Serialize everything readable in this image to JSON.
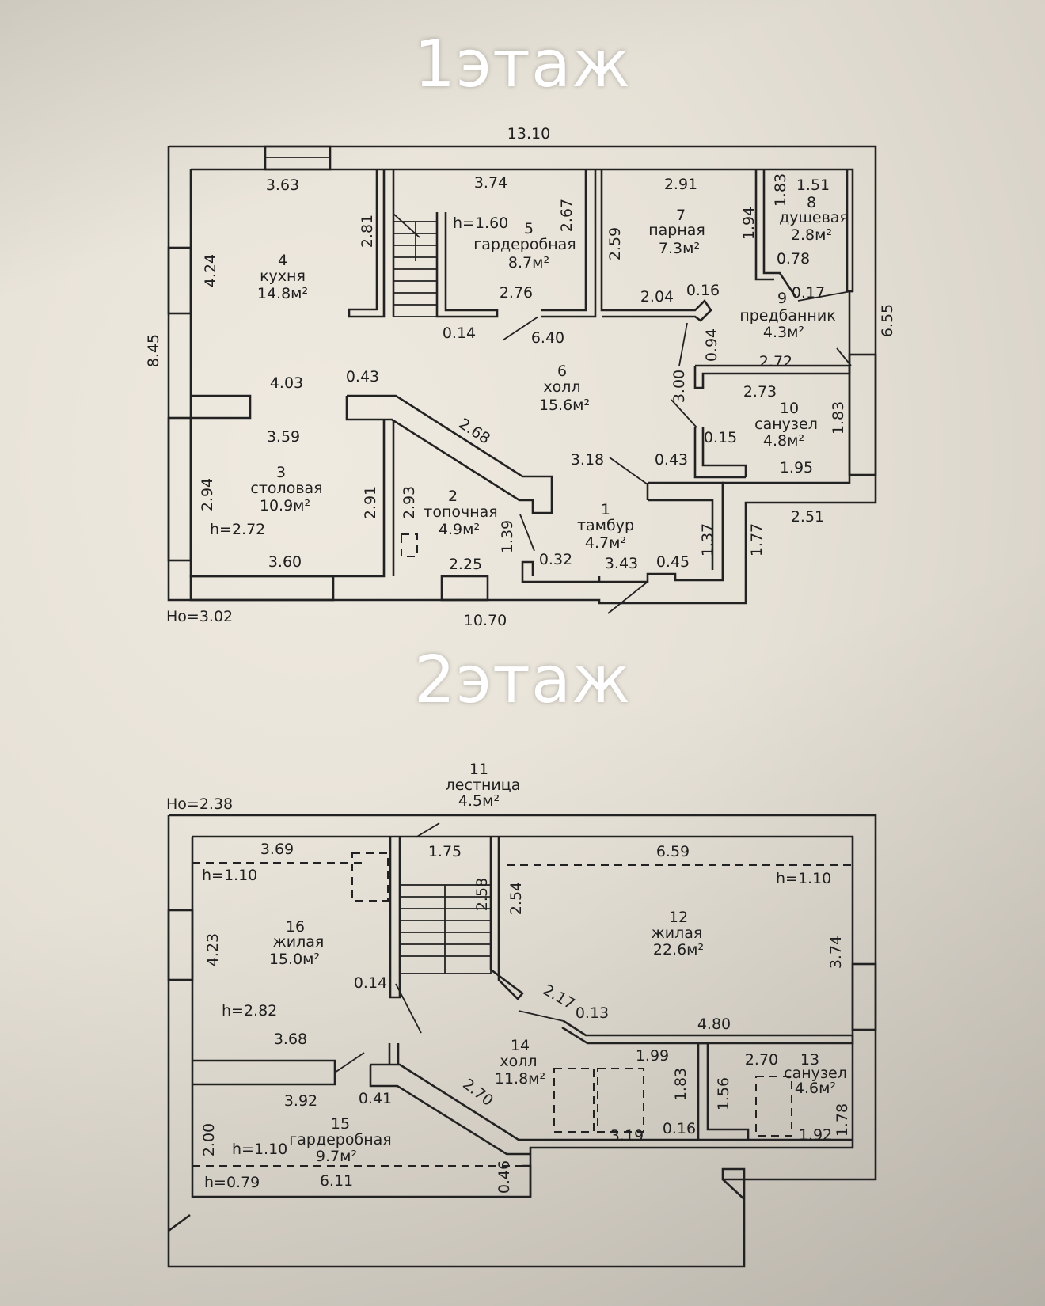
{
  "titles": {
    "floor1": "1этаж",
    "floor2": "2этаж"
  },
  "floor1": {
    "overall": {
      "top": "13.10",
      "left": "8.45",
      "right": "6.55",
      "bottom": "10.70",
      "ho": "Ho=3.02"
    },
    "rooms": [
      {
        "num": "1",
        "name": "тамбур",
        "area": "4.7м²"
      },
      {
        "num": "2",
        "name": "топочная",
        "area": "4.9м²"
      },
      {
        "num": "3",
        "name": "столовая",
        "area": "10.9м²"
      },
      {
        "num": "4",
        "name": "кухня",
        "area": "14.8м²"
      },
      {
        "num": "5",
        "name": "гардеробная",
        "area": "8.7м²"
      },
      {
        "num": "6",
        "name": "холл",
        "area": "15.6м²"
      },
      {
        "num": "7",
        "name": "парная",
        "area": "7.3м²"
      },
      {
        "num": "8",
        "name": "душевая",
        "area": "2.8м²"
      },
      {
        "num": "9",
        "name": "предбанник",
        "area": "4.3м²"
      },
      {
        "num": "10",
        "name": "санузел",
        "area": "4.8м²"
      }
    ],
    "dims": [
      "3.63",
      "4.24",
      "4.03",
      "3.59",
      "2.94",
      "2.72",
      "3.60",
      "2.81",
      "3.74",
      "2.67",
      "2.76",
      "0.14",
      "6.40",
      "2.91",
      "2.59",
      "2.04",
      "0.16",
      "1.83",
      "1.51",
      "1.94",
      "0.78",
      "0.17",
      "0.94",
      "3.00",
      "2.72",
      "2.73",
      "1.83",
      "0.15",
      "1.95",
      "0.43",
      "2.68",
      "3.18",
      "0.43",
      "2.91",
      "2.93",
      "1.39",
      "0.32",
      "2.25",
      "3.43",
      "0.45",
      "1.37",
      "1.77",
      "2.51"
    ],
    "heights": {
      "wardrobe": "h=1.60",
      "dining": "h=2.72"
    }
  },
  "floor2": {
    "overall": {
      "ho": "Ho=2.38"
    },
    "rooms": [
      {
        "num": "11",
        "name": "лестница",
        "area": "4.5м²"
      },
      {
        "num": "12",
        "name": "жилая",
        "area": "22.6м²"
      },
      {
        "num": "13",
        "name": "санузел",
        "area": "4.6м²"
      },
      {
        "num": "14",
        "name": "холл",
        "area": "11.8м²"
      },
      {
        "num": "15",
        "name": "гардеробная",
        "area": "9.7м²"
      },
      {
        "num": "16",
        "name": "жилая",
        "area": "15.0м²"
      }
    ],
    "dims": [
      "3.69",
      "1.75",
      "6.59",
      "4.23",
      "2.58",
      "2.54",
      "3.74",
      "0.14",
      "3.68",
      "2.17",
      "0.13",
      "4.80",
      "1.99",
      "2.70",
      "1.83",
      "1.56",
      "1.78",
      "3.92",
      "0.41",
      "2.70",
      "3.19",
      "0.16",
      "1.92",
      "2.00",
      "6.11",
      "0.46"
    ],
    "heights": {
      "h110a": "h=1.10",
      "h110b": "h=1.10",
      "h282": "h=2.82",
      "h110c": "h=1.10",
      "h079": "h=0.79"
    }
  }
}
